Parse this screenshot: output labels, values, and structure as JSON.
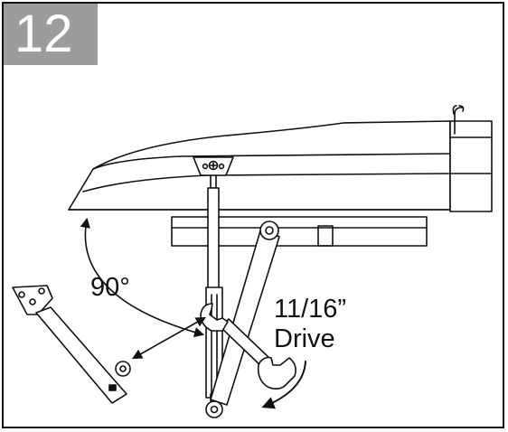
{
  "step": {
    "number": "12"
  },
  "labels": {
    "angle": "90°",
    "wrench_size": "11/16”",
    "wrench_action": "Drive"
  },
  "icons": {
    "angle_arrow": "curved-double-arrow-icon",
    "rotation_arrow": "curved-rotate-arrow-icon",
    "removal_arrow": "double-arrow-icon"
  },
  "colors": {
    "ink": "#111111",
    "badge": "#9c9c9c",
    "background": "#ffffff"
  }
}
